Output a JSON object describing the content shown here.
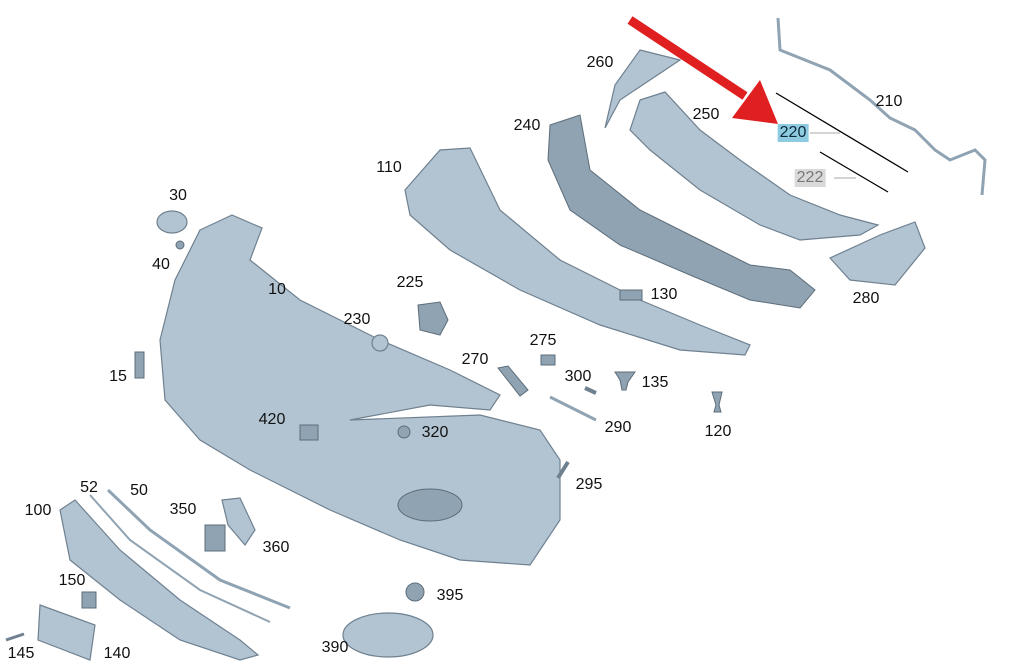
{
  "diagram": {
    "type": "exploded-parts-diagram",
    "highlighted_part": "220",
    "greyed_part": "222",
    "arrow_color": "#e02020",
    "highlight_color": "#8ecbe0",
    "part_labels": {
      "p10": "10",
      "p15": "15",
      "p30": "30",
      "p40": "40",
      "p50": "50",
      "p52": "52",
      "p100": "100",
      "p110": "110",
      "p120": "120",
      "p130": "130",
      "p135": "135",
      "p140": "140",
      "p145": "145",
      "p150": "150",
      "p210": "210",
      "p220": "220",
      "p222": "222",
      "p225": "225",
      "p230": "230",
      "p240": "240",
      "p250": "250",
      "p260": "260",
      "p270": "270",
      "p275": "275",
      "p280": "280",
      "p290": "290",
      "p295": "295",
      "p300": "300",
      "p320": "320",
      "p350": "350",
      "p360": "360",
      "p390": "390",
      "p395": "395",
      "p420": "420"
    }
  }
}
